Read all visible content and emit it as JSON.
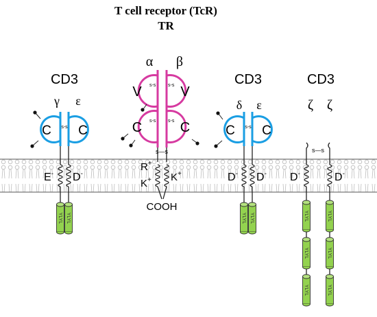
{
  "title": {
    "line1": "T cell receptor (TcR)",
    "line2": "TR"
  },
  "colors": {
    "cd3_blue": "#1a9ee3",
    "tcr_magenta": "#d63aa0",
    "itam_green": "#93d24f",
    "membrane_gray": "#bdbdbd"
  },
  "complexes": {
    "cd3_ge": {
      "header": "CD3",
      "chain_left": "γ",
      "chain_right": "ε",
      "domain_left": "C",
      "domain_right": "C",
      "tm_left": "E",
      "tm_left_sup": "-",
      "tm_right": "D",
      "tm_right_sup": "-"
    },
    "tcr": {
      "chain_left": "α",
      "chain_right": "β",
      "v_left": "V",
      "v_right": "V",
      "c_left": "C",
      "c_right": "C",
      "r": "R",
      "r_sup": "+",
      "k1": "K",
      "k1_sup": "+",
      "k2": "K",
      "k2_sup": "+",
      "cooh": "COOH",
      "disulfide": "s—s"
    },
    "cd3_de": {
      "header": "CD3",
      "chain_left": "δ",
      "chain_right": "ε",
      "domain_left": "C",
      "domain_right": "C",
      "tm_left": "D",
      "tm_left_sup": "-",
      "tm_right": "D",
      "tm_right_sup": "-"
    },
    "cd3_zz": {
      "header": "CD3",
      "chain_left": "ζ",
      "chain_right": "ζ",
      "disulfide": "s—s",
      "tm_left": "D",
      "tm_left_sup": "-",
      "tm_right": "D",
      "tm_right_sup": "-"
    }
  },
  "itam_label": "YLYL",
  "ss_label": "s s"
}
